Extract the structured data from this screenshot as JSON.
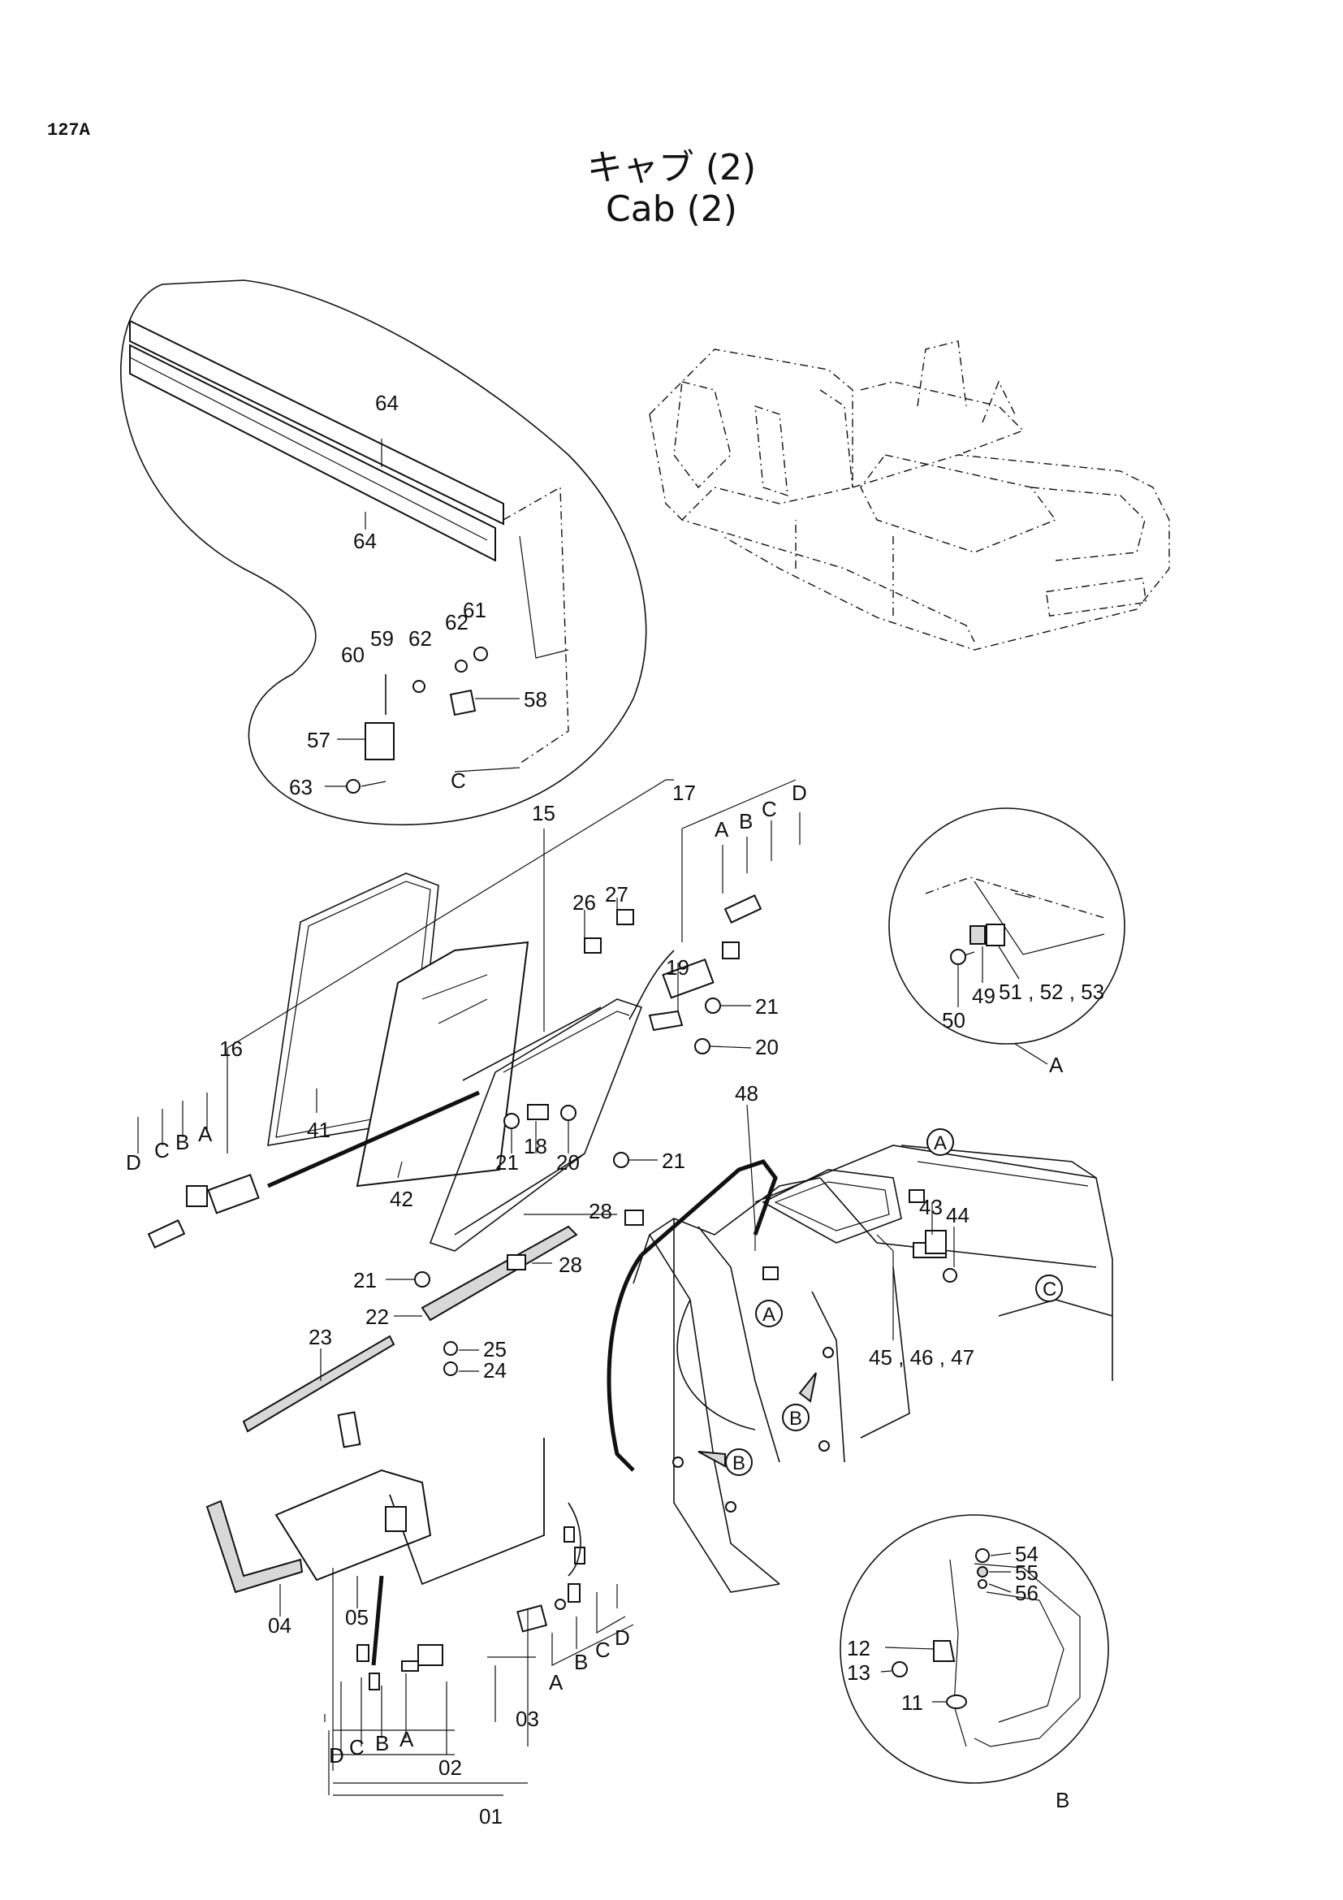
{
  "page_number": "127A",
  "title_ja": "キャブ (2)",
  "title_en": "Cab (2)",
  "detail_labels": {
    "c": "C",
    "a": "A",
    "b": "B"
  },
  "part_labels": {
    "p64a": "64",
    "p64b": "64",
    "p61": "61",
    "p62a": "62",
    "p62b": "62",
    "p59": "59",
    "p60": "60",
    "p58": "58",
    "p57": "57",
    "p63": "63",
    "p15": "15",
    "p17": "17",
    "p17a": "A",
    "p17b": "B",
    "p17c": "C",
    "p17d": "D",
    "p26": "26",
    "p27": "27",
    "p19": "19",
    "p21a": "21",
    "p20a": "20",
    "p16": "16",
    "p16d": "D",
    "p16c": "C",
    "p16b": "B",
    "p16a": "A",
    "p41": "41",
    "p42": "42",
    "p18": "18",
    "p21b": "21",
    "p20b": "20",
    "p48": "48",
    "p21c": "21",
    "p28a": "28",
    "p21d": "21",
    "p28b": "28",
    "p22": "22",
    "p25": "25",
    "p24": "24",
    "p23": "23",
    "p43": "43",
    "p44": "44",
    "p454647": "45 , 46 , 47",
    "p50": "50",
    "p49": "49",
    "p515253": "51 , 52 , 53",
    "p04": "04",
    "p05": "05",
    "p01": "01",
    "p02": "02",
    "p03": "03",
    "p03a": "A",
    "p03b": "B",
    "p03c": "C",
    "p03d": "D",
    "p02d": "D",
    "p02c": "C",
    "p02b": "B",
    "p02a": "A",
    "p54": "54",
    "p55": "55",
    "p56": "56",
    "p12": "12",
    "p13": "13",
    "p11": "11"
  },
  "circle_markers": {
    "ca1": "A",
    "ca2": "A",
    "cb1": "B",
    "cb2": "B",
    "cc1": "C"
  }
}
